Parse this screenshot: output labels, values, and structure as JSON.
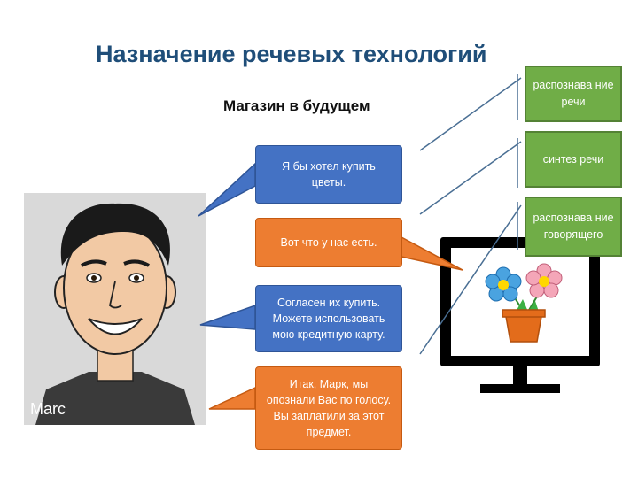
{
  "title": "Назначение речевых технологий",
  "subtitle": "Магазин в будущем",
  "person_name": "Marc",
  "bubbles": [
    "Я бы хотел купить цветы.",
    "Вот что у нас есть.",
    "Согласен их купить. Можете использовать мою кредитную карту.",
    "Итак, Марк, мы опознали Вас по голосу. Вы заплатили за этот предмет."
  ],
  "tech_boxes": [
    "распознава ние речи",
    "синтез речи",
    "распознава ние говорящего"
  ],
  "icons": [
    "person-portrait",
    "monitor-icon",
    "flower-pot-icon"
  ],
  "colors": {
    "title": "#1f4e79",
    "blue": "#4472c4",
    "orange": "#ed7d31",
    "green": "#70ad47"
  }
}
